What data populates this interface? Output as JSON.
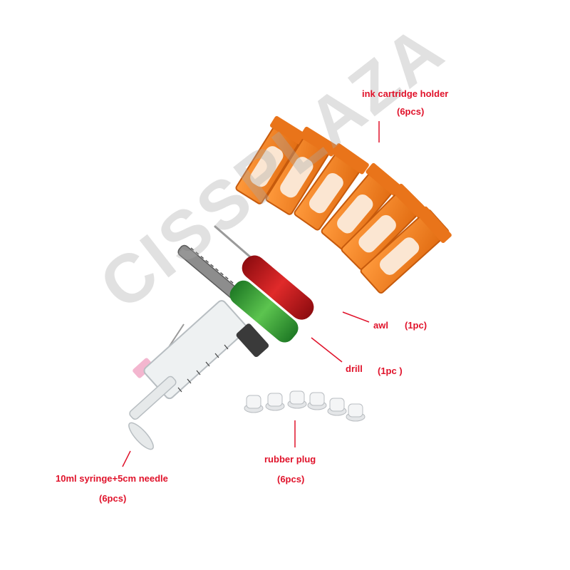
{
  "watermark": "CISSPLAZA",
  "labels": {
    "holder": "ink cartridge holder",
    "holder_qty": "(6pcs)",
    "awl": "awl",
    "awl_qty": "(1pc)",
    "drill": "drill",
    "drill_qty": "(1pc )",
    "plug": "rubber plug",
    "plug_qty": "(6pcs)",
    "syringe": "10ml syringe+5cm needle",
    "syringe_qty": "(6pcs)"
  },
  "colors": {
    "label": "#e0122a",
    "holder": "#f07d1e",
    "awl_handle": "#c8161b",
    "drill_handle": "#3aa33a",
    "watermark": "#aaaaaa"
  }
}
